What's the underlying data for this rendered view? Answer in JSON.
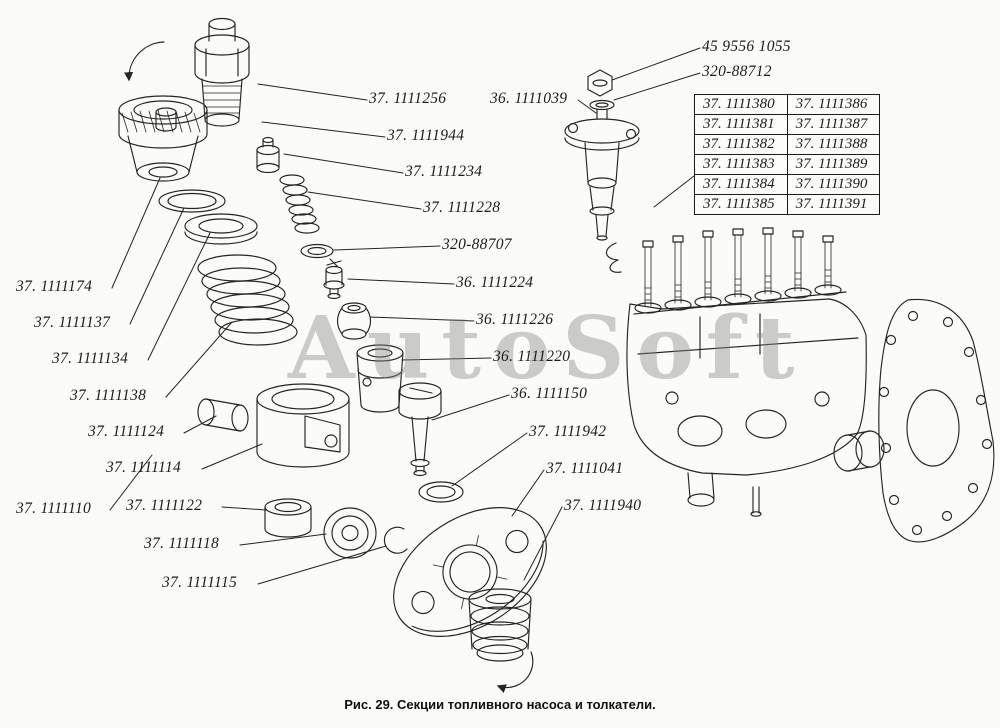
{
  "watermark": "AutoSoft",
  "caption": "Рис. 29. Секции топливного насоса и толкатели.",
  "labels": [
    {
      "text": "45 9556 1055"
    },
    {
      "text": "320-88712"
    },
    {
      "text": "36. 1111039"
    },
    {
      "text": "37. 1111256"
    },
    {
      "text": "37. 1111944"
    },
    {
      "text": "37. 1111234"
    },
    {
      "text": "37. 1111228"
    },
    {
      "text": "320-88707"
    },
    {
      "text": "36. 1111224"
    },
    {
      "text": "36. 1111226"
    },
    {
      "text": "36. 1111220"
    },
    {
      "text": "36. 1111150"
    },
    {
      "text": "37. 1111942"
    },
    {
      "text": "37. 1111041"
    },
    {
      "text": "37. 1111940"
    },
    {
      "text": "37. 1111174"
    },
    {
      "text": "37. 1111137"
    },
    {
      "text": "37. 1111134"
    },
    {
      "text": "37. 1111138"
    },
    {
      "text": "37. 1111124"
    },
    {
      "text": "37. 1111114"
    },
    {
      "text": "37. 1111110"
    },
    {
      "text": "37. 1111122"
    },
    {
      "text": "37. 1111118"
    },
    {
      "text": "37. 1111115"
    }
  ],
  "table": {
    "rows": [
      [
        "37. 1111380",
        "37. 1111386"
      ],
      [
        "37. 1111381",
        "37. 1111387"
      ],
      [
        "37. 1111382",
        "37. 1111388"
      ],
      [
        "37. 1111383",
        "37. 1111389"
      ],
      [
        "37. 1111384",
        "37. 1111390"
      ],
      [
        "37. 1111385",
        "37. 1111391"
      ]
    ]
  }
}
